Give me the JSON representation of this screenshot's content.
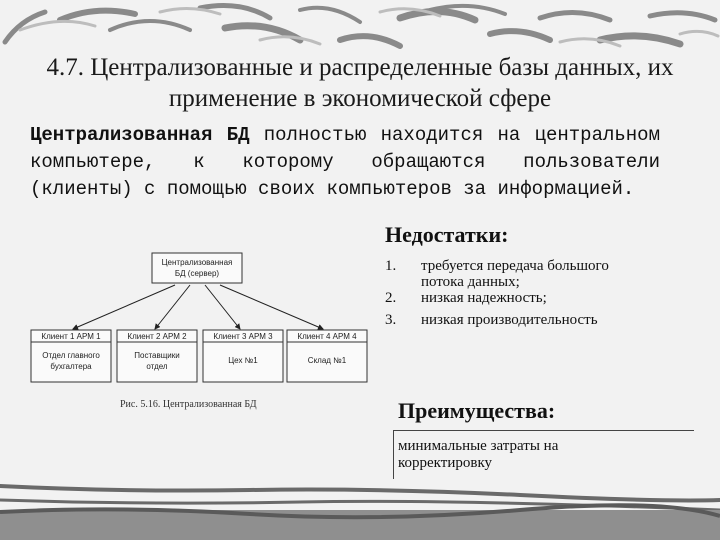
{
  "slide": {
    "title": "4.7. Централизованные и распределенные базы данных, их применение в экономической сфере",
    "intro": {
      "term": "Централизованная БД",
      "text": " полностью находится на центральном компьютере, к которому обращаются пользователи (клиенты) с помощью своих компьютеров за информацией."
    },
    "disadvantages": {
      "heading": "Недостатки:",
      "items": [
        {
          "num": "1.",
          "text": "требуется передача большого потока данных;"
        },
        {
          "num": "2.",
          "text": "низкая надежность;"
        },
        {
          "num": "3.",
          "text": "низкая производительность"
        }
      ]
    },
    "advantages": {
      "heading": "Преимущества:",
      "text": "минимальные затраты на корректировку"
    }
  },
  "diagram": {
    "server": {
      "line1": "Централизованная",
      "line2": "БД (сервер)"
    },
    "clients": [
      {
        "header": "Клиент 1 АРМ 1",
        "body": [
          "Отдел главного",
          "бухгалтера"
        ]
      },
      {
        "header": "Клиент 2 АРМ 2",
        "body": [
          "Поставщики",
          "отдел"
        ]
      },
      {
        "header": "Клиент 3 АРМ 3",
        "body": [
          "Цех №1"
        ]
      },
      {
        "header": "Клиент 4 АРМ 4",
        "body": [
          "Склад №1"
        ]
      }
    ],
    "caption": "Рис. 5.16. Централизованная БД"
  }
}
